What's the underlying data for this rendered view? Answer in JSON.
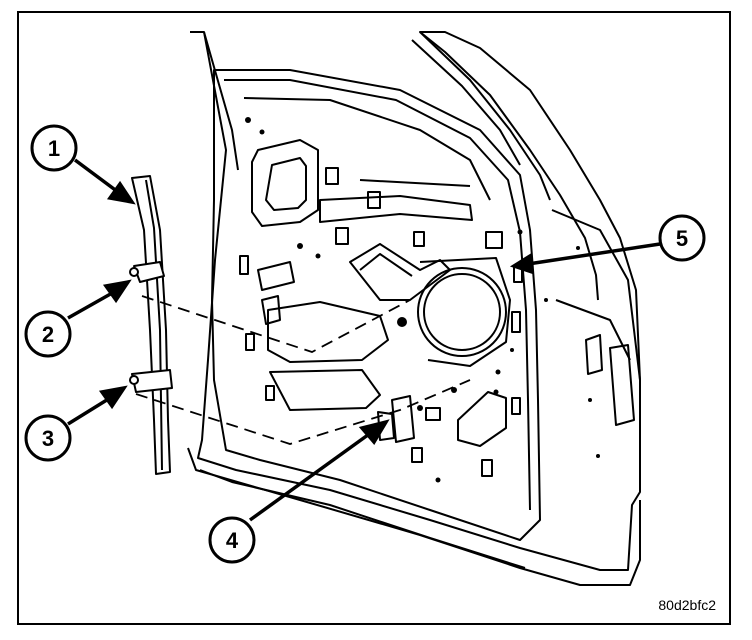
{
  "callouts": [
    {
      "number": "1"
    },
    {
      "number": "2"
    },
    {
      "number": "3"
    },
    {
      "number": "4"
    },
    {
      "number": "5"
    }
  ],
  "figure_code": "80d2bfc2",
  "colors": {
    "ink": "#000000",
    "paper": "#ffffff"
  }
}
